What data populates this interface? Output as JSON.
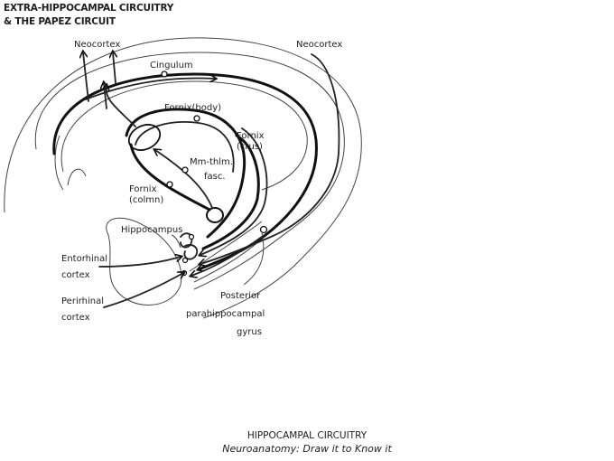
{
  "header": {
    "line1": "EXTRA-HIPPOCAMPAL CIRCUITRY",
    "line2": "& THE PAPEZ CIRCUIT"
  },
  "labels": {
    "neocortex_left": "Neocortex",
    "neocortex_right": "Neocortex",
    "cingulum": "Cingulum",
    "fornix_body": "Fornix(body)",
    "fornix_crus_1": "Fornix",
    "fornix_crus_2": "(crus)",
    "mm_thlm_1": "Mm-thlm.",
    "mm_thlm_2": "fasc.",
    "fornix_column_1": "Fornix",
    "fornix_column_2": "(colmn)",
    "hippocampus": "Hippocampus",
    "entorhinal_1": "Entorhinal",
    "entorhinal_2": "cortex",
    "perirhinal_1": "Perirhinal",
    "perirhinal_2": "cortex",
    "posterior_1": "Posterior",
    "posterior_2": "parahippocampal",
    "posterior_3": "gyrus"
  },
  "caption": {
    "title": "HIPPOCAMPAL CIRCUITRY",
    "subtitle": "Neuroanatomy: Draw it to Know it"
  }
}
